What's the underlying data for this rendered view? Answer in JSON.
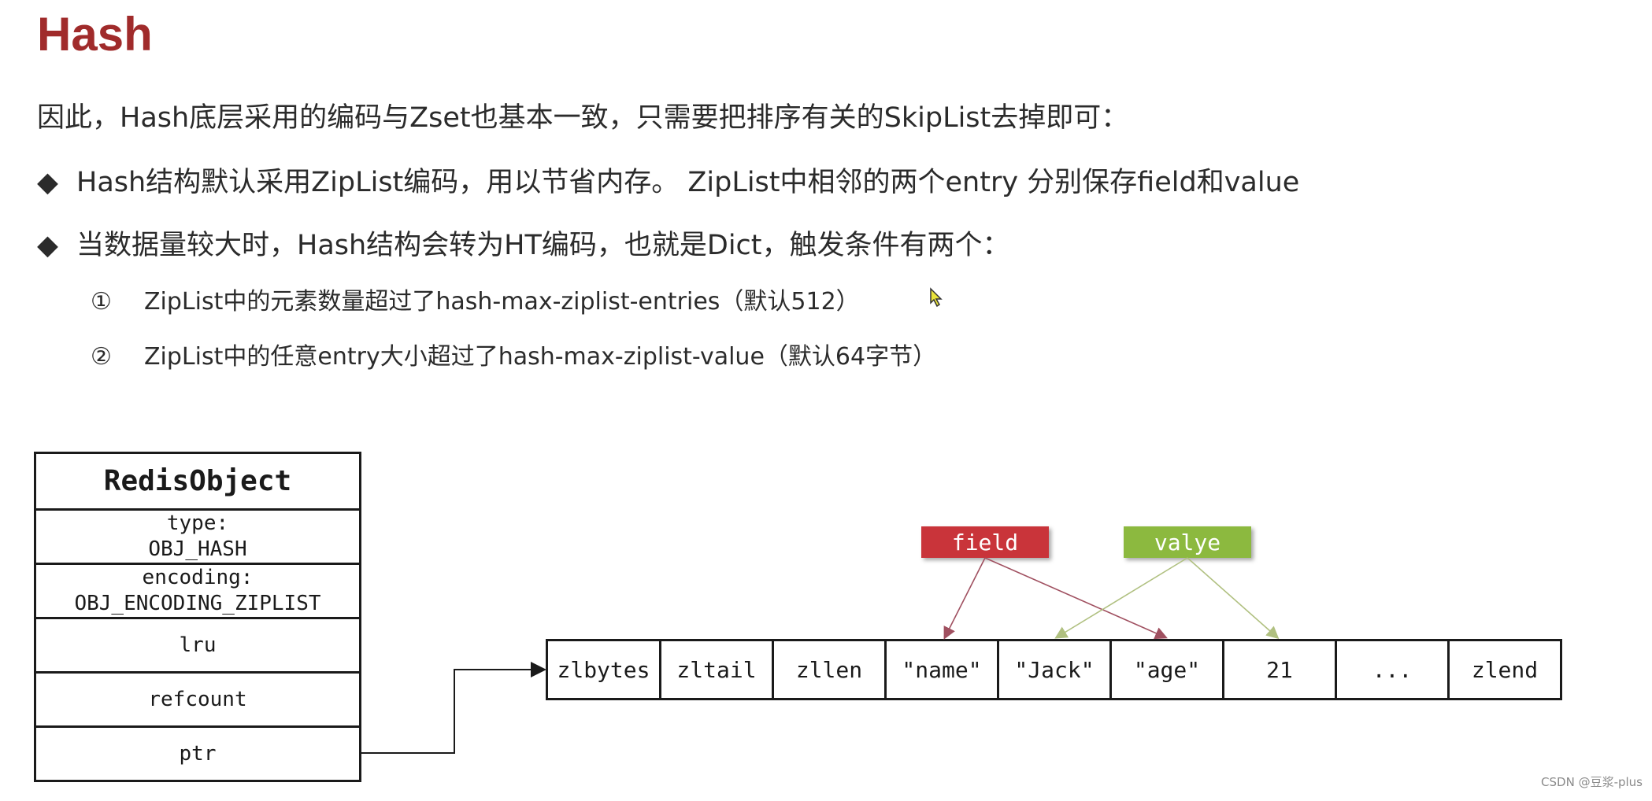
{
  "title": "Hash",
  "intro": "因此，Hash底层采用的编码与Zset也基本一致，只需要把排序有关的SkipList去掉即可：",
  "bullets": [
    {
      "marker": "◆",
      "text": "Hash结构默认采用ZipList编码，用以节省内存。 ZipList中相邻的两个entry 分别保存field和value"
    },
    {
      "marker": "◆",
      "text": "当数据量较大时，Hash结构会转为HT编码，也就是Dict，触发条件有两个："
    }
  ],
  "conditions": [
    {
      "marker": "①",
      "text": "ZipList中的元素数量超过了hash-max-ziplist-entries（默认512）"
    },
    {
      "marker": "②",
      "text": "ZipList中的任意entry大小超过了hash-max-ziplist-value（默认64字节）"
    }
  ],
  "redis_object": {
    "header": "RedisObject",
    "type_label": "type:",
    "type_value": "OBJ_HASH",
    "encoding_label": "encoding:",
    "encoding_value": "OBJ_ENCODING_ZIPLIST",
    "lru": "lru",
    "refcount": "refcount",
    "ptr": "ptr"
  },
  "ziplist": [
    "zlbytes",
    "zltail",
    "zllen",
    "\"name\"",
    "\"Jack\"",
    "\"age\"",
    "21",
    "...",
    "zlend"
  ],
  "tags": {
    "field": "field",
    "value": "valye"
  },
  "colors": {
    "title": "#a02b2b",
    "field_tag": "#c9343a",
    "value_tag": "#8cb93f",
    "field_arrow": "#a05060",
    "value_arrow": "#b0c080"
  },
  "watermark": "CSDN @豆浆-plus"
}
